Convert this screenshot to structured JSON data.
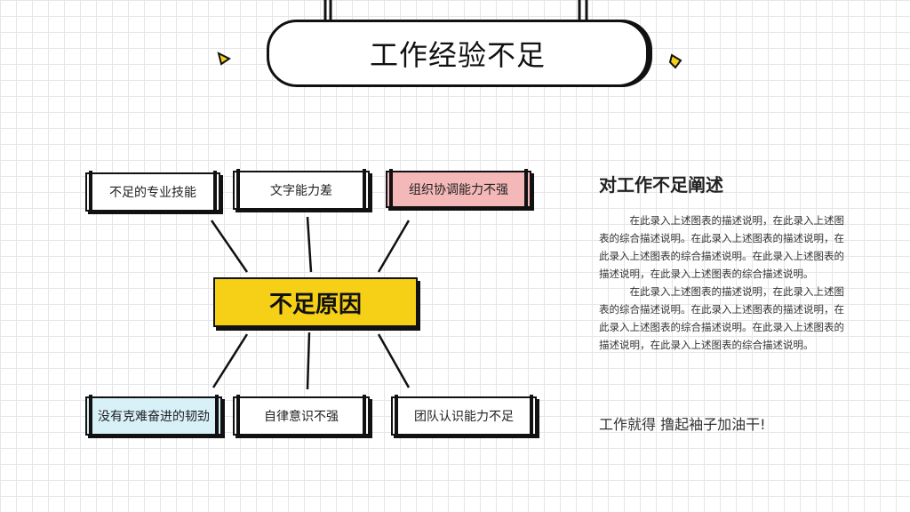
{
  "title": "工作经验不足",
  "center": "不足原因",
  "nodes": {
    "n1": "不足的专业技能",
    "n2": "文字能力差",
    "n3": "组织协调能力不强",
    "n4": "没有克难奋进的韧劲",
    "n5": "自律意识不强",
    "n6": "团队认识能力不足"
  },
  "colors": {
    "accent_yellow": "#f6cf17",
    "pink": "#f4b8b8",
    "light_blue": "#d8f0f8"
  },
  "description": {
    "heading": "对工作不足阐述",
    "para1": "在此录入上述图表的描述说明，在此录入上述图表的综合描述说明。在此录入上述图表的描述说明，在此录入上述图表的综合描述说明。在此录入上述图表的描述说明，在此录入上述图表的综合描述说明。",
    "para2": "在此录入上述图表的描述说明，在此录入上述图表的综合描述说明。在此录入上述图表的描述说明，在此录入上述图表的综合描述说明。在此录入上述图表的描述说明，在此录入上述图表的综合描述说明。"
  },
  "slogan": "工作就得 撸起袖子加油干!"
}
